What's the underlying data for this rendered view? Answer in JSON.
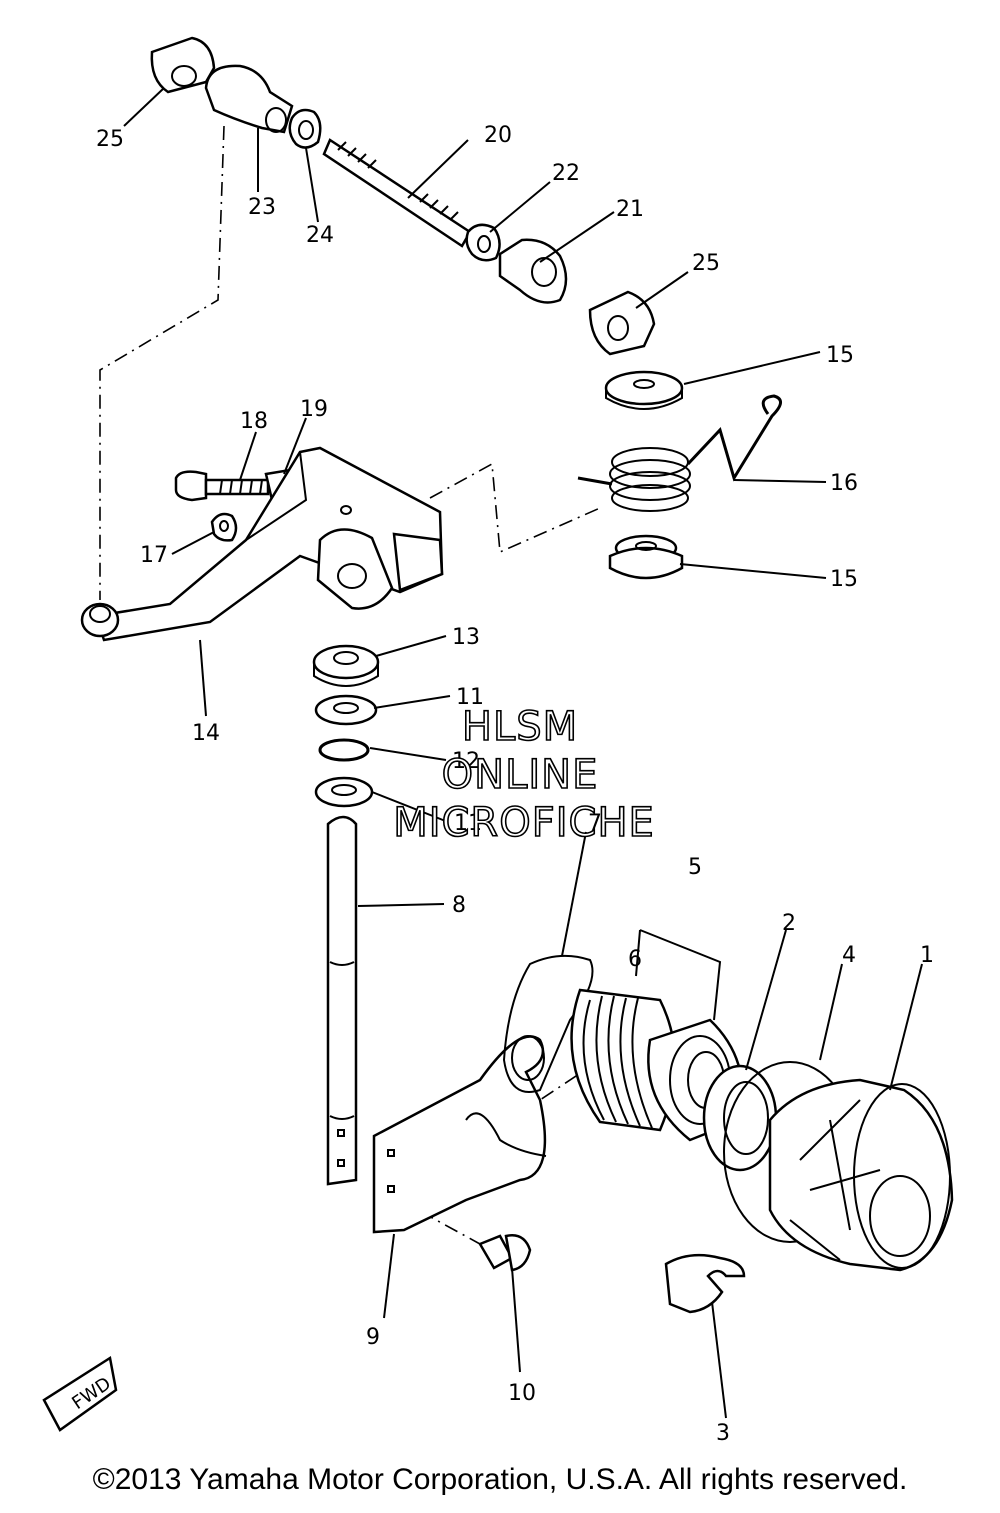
{
  "watermark": {
    "line1": "HLSM",
    "line2": "ONLINE",
    "line3": "MICROFICHE"
  },
  "fwd_mark": "FWD",
  "copyright": "©2013 Yamaha Motor Corporation, U.S.A. All rights reserved.",
  "labels": {
    "p25a": "25",
    "p23": "23",
    "p24": "24",
    "p20": "20",
    "p22": "22",
    "p21": "21",
    "p25b": "25",
    "p15a": "15",
    "p16": "16",
    "p15b": "15",
    "p18": "18",
    "p19": "19",
    "p17": "17",
    "p14": "14",
    "p13": "13",
    "p11a": "11",
    "p12": "12",
    "p11b": "11",
    "p7": "7",
    "p8": "8",
    "p5": "5",
    "p6": "6",
    "p2": "2",
    "p4": "4",
    "p1": "1",
    "p9": "9",
    "p10": "10",
    "p3": "3"
  }
}
